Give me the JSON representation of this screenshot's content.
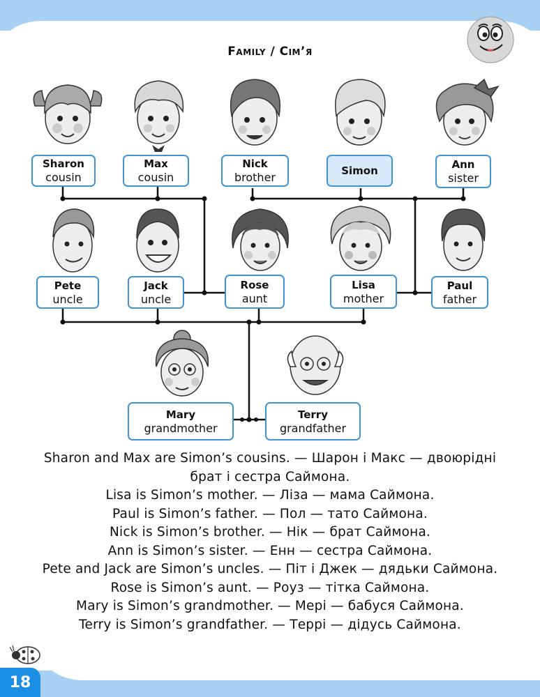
{
  "page": {
    "title": "Family / Сім’я",
    "page_number": "18"
  },
  "people": {
    "sharon": {
      "name": "Sharon",
      "role": "cousin"
    },
    "max": {
      "name": "Max",
      "role": "cousin"
    },
    "nick": {
      "name": "Nick",
      "role": "brother"
    },
    "simon": {
      "name": "Simon",
      "role": ""
    },
    "ann": {
      "name": "Ann",
      "role": "sister"
    },
    "pete": {
      "name": "Pete",
      "role": "uncle"
    },
    "jack": {
      "name": "Jack",
      "role": "uncle"
    },
    "rose": {
      "name": "Rose",
      "role": "aunt"
    },
    "lisa": {
      "name": "Lisa",
      "role": "mother"
    },
    "paul": {
      "name": "Paul",
      "role": "father"
    },
    "mary": {
      "name": "Mary",
      "role": "grandmother"
    },
    "terry": {
      "name": "Terry",
      "role": "grandfather"
    }
  },
  "sentences": [
    "Sharon and Max are Simon’s cousins. — Шарон і Макс — двоюрідні брат і сестра Саймона.",
    "Lisa is Simon’s mother. — Ліза — мама Саймона.",
    "Paul is Simon’s father. — Пол — тато Саймона.",
    "Nick is Simon’s brother. — Нік — брат Саймона.",
    "Ann is Simon’s sister. — Енн — сестра Саймона.",
    "Pete and Jack are Simon’s uncles. — Піт і Джек — дядьки Саймона.",
    "Rose is Simon’s aunt. — Роуз — тітка Саймона.",
    "Mary is Simon’s grandmother. — Мері — бабуся Саймона.",
    "Terry is Simon’s grandfather. — Террі — дідусь Саймона."
  ],
  "colors": {
    "accent": "#3f94d8",
    "band": "#a8d0f2",
    "page_number_bg": "#1a8fe3",
    "simon_card_bg": "#d9ebfb"
  }
}
